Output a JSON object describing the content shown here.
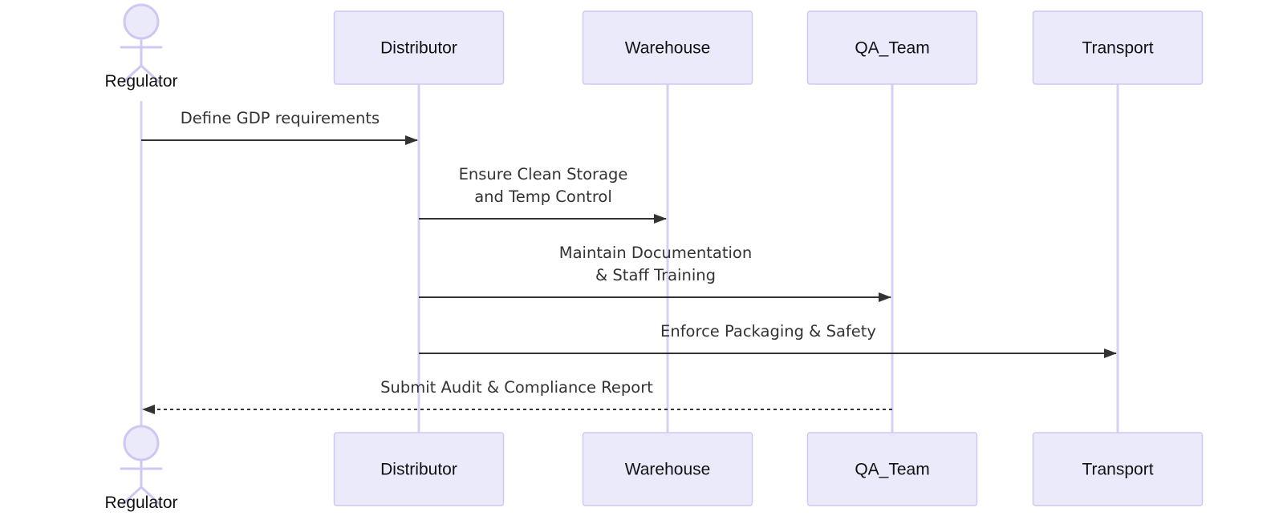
{
  "diagram": {
    "type": "sequence",
    "colors": {
      "participant_fill": "#eaeafb",
      "participant_stroke": "#cfc8f2",
      "lifeline": "#d8d0f3",
      "message": "#333333"
    },
    "participants": [
      {
        "id": "regulator",
        "label": "Regulator",
        "kind": "actor"
      },
      {
        "id": "distributor",
        "label": "Distributor",
        "kind": "participant"
      },
      {
        "id": "warehouse",
        "label": "Warehouse",
        "kind": "participant"
      },
      {
        "id": "qa_team",
        "label": "QA_Team",
        "kind": "participant"
      },
      {
        "id": "transport",
        "label": "Transport",
        "kind": "participant"
      }
    ],
    "messages": [
      {
        "from": "regulator",
        "to": "distributor",
        "lines": [
          "Define GDP requirements"
        ],
        "style": "solid"
      },
      {
        "from": "distributor",
        "to": "warehouse",
        "lines": [
          "Ensure Clean Storage",
          "and Temp Control"
        ],
        "style": "solid"
      },
      {
        "from": "distributor",
        "to": "qa_team",
        "lines": [
          "Maintain Documentation",
          "& Staff Training"
        ],
        "style": "solid"
      },
      {
        "from": "distributor",
        "to": "transport",
        "lines": [
          "Enforce Packaging & Safety"
        ],
        "style": "solid"
      },
      {
        "from": "qa_team",
        "to": "regulator",
        "lines": [
          "Submit Audit & Compliance Report"
        ],
        "style": "dashed"
      }
    ]
  }
}
